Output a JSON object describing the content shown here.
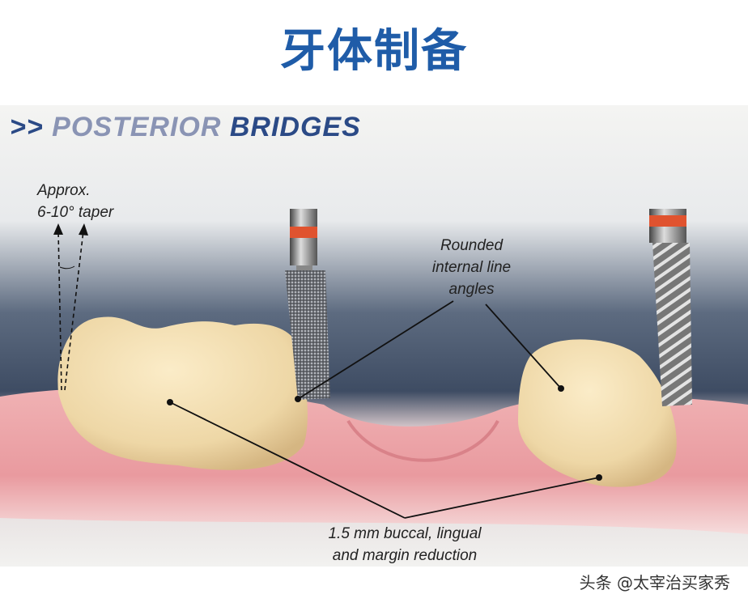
{
  "title": "牙体制备",
  "heading": {
    "prefix": ">>",
    "part1": "POSTERIOR",
    "part2": "BRIDGES"
  },
  "labels": {
    "taper_line1": "Approx.",
    "taper_line2": "6-10° taper",
    "rounded_line1": "Rounded",
    "rounded_line2": "internal line",
    "rounded_line3": "angles",
    "reduction_line1": "1.5 mm buccal, lingual",
    "reduction_line2": "and margin reduction"
  },
  "watermark": "头条 @太宰治买家秀"
}
